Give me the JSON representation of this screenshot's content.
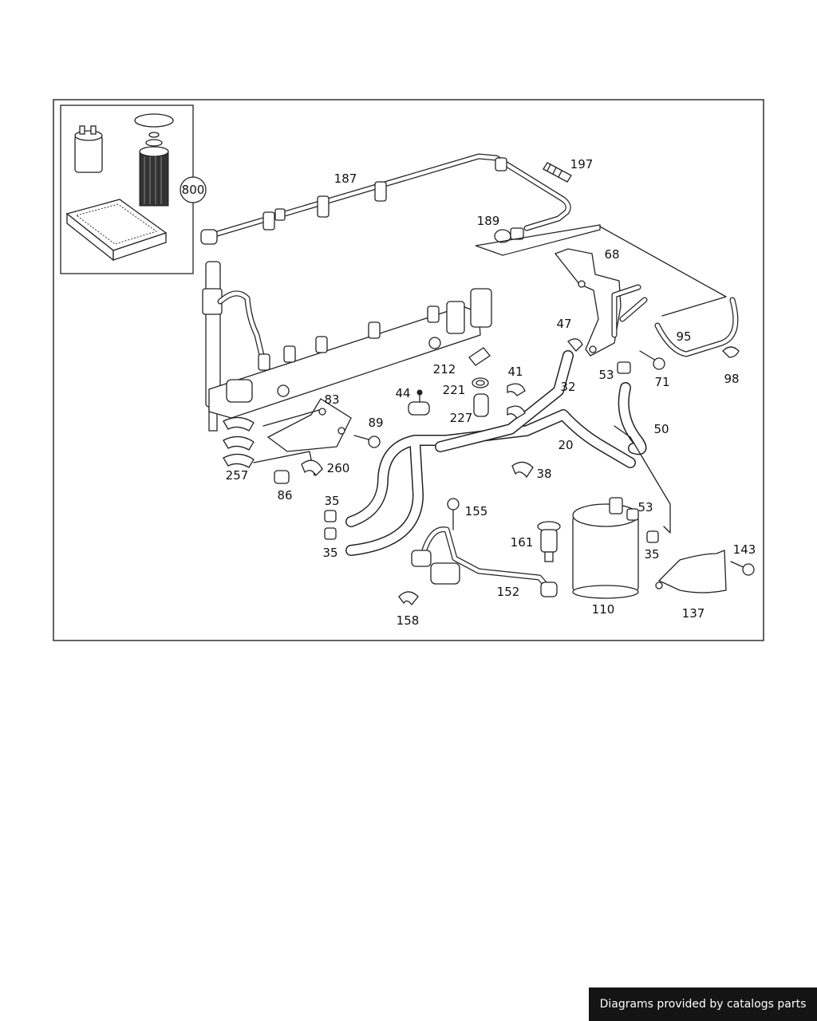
{
  "footer": {
    "credit": "Diagrams provided by catalogs parts"
  },
  "diagram": {
    "labels": [
      "800",
      "187",
      "197",
      "189",
      "68",
      "47",
      "95",
      "98",
      "212",
      "41",
      "44",
      "221",
      "227",
      "32",
      "53",
      "71",
      "83",
      "89",
      "50",
      "20",
      "257",
      "260",
      "86",
      "38",
      "35",
      "155",
      "53",
      "161",
      "35",
      "143",
      "35",
      "152",
      "110",
      "137",
      "158"
    ]
  }
}
